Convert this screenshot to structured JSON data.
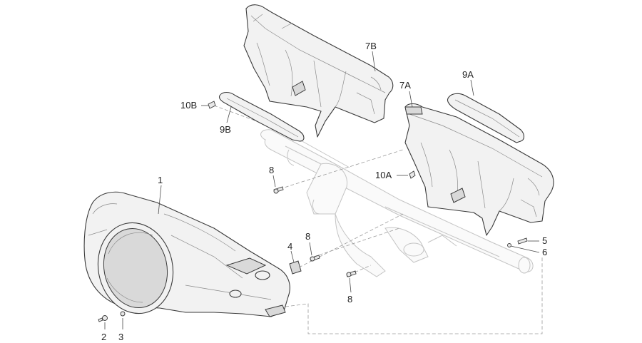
{
  "callouts": {
    "c1": "1",
    "c2": "2",
    "c3": "3",
    "c4": "4",
    "c5": "5",
    "c6": "6",
    "c7A": "7A",
    "c7B": "7B",
    "c8a": "8",
    "c8b": "8",
    "c8c": "8",
    "c9A": "9A",
    "c9B": "9B",
    "c10A": "10A",
    "c10B": "10B"
  },
  "colors": {
    "line": "#3a3a3a",
    "ghost": "#c4c4c4",
    "fill": "#f2f2f2",
    "text": "#222222"
  }
}
